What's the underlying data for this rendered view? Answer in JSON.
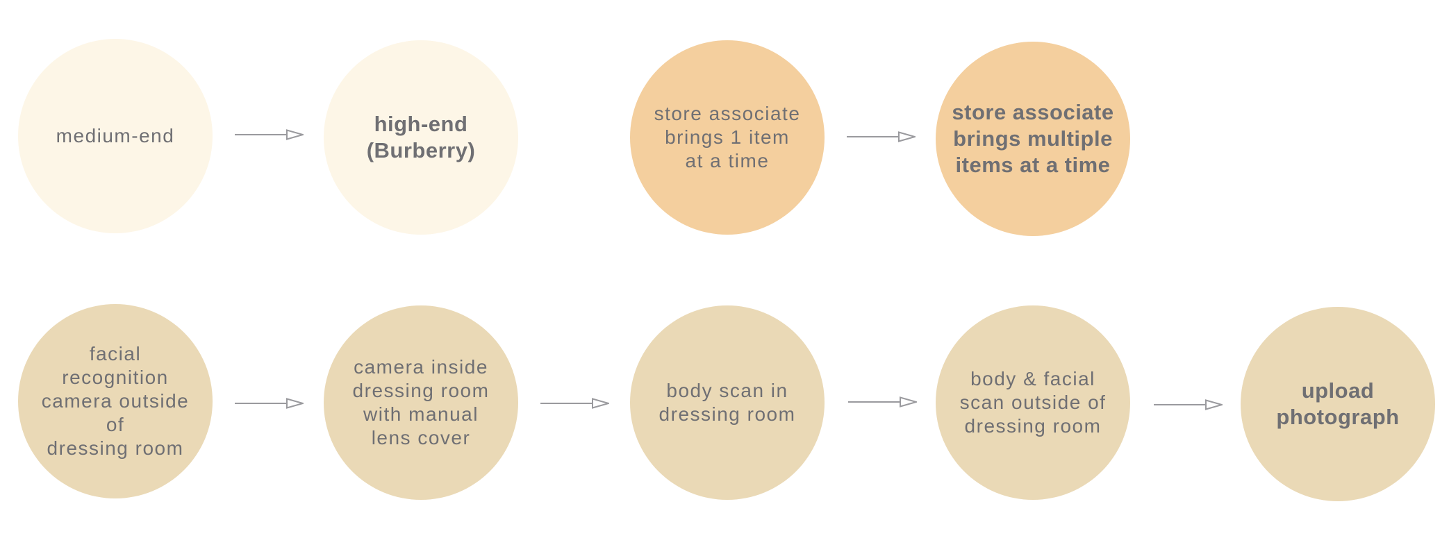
{
  "colors": {
    "pale_cream": "#fdf6e7",
    "peach": "#f4cf9e",
    "tan": "#ead9b6",
    "text_gray": "#6f6f73",
    "arrow_gray": "#9a9a9e"
  },
  "row1": {
    "pair_a": {
      "from": {
        "label": "medium-end"
      },
      "to": {
        "label": "high-end\n(Burberry)"
      }
    },
    "pair_b": {
      "from": {
        "label": "store associate\nbrings 1 item\nat a time"
      },
      "to": {
        "label": "store associate\nbrings multiple\nitems at a time"
      }
    }
  },
  "row2": {
    "steps": [
      {
        "label": "facial recognition\ncamera outside of\ndressing room"
      },
      {
        "label": "camera inside\ndressing room\nwith manual\nlens cover"
      },
      {
        "label": "body scan in\ndressing room"
      },
      {
        "label": "body & facial\nscan outside of\ndressing room"
      },
      {
        "label": "upload\nphotograph"
      }
    ]
  }
}
